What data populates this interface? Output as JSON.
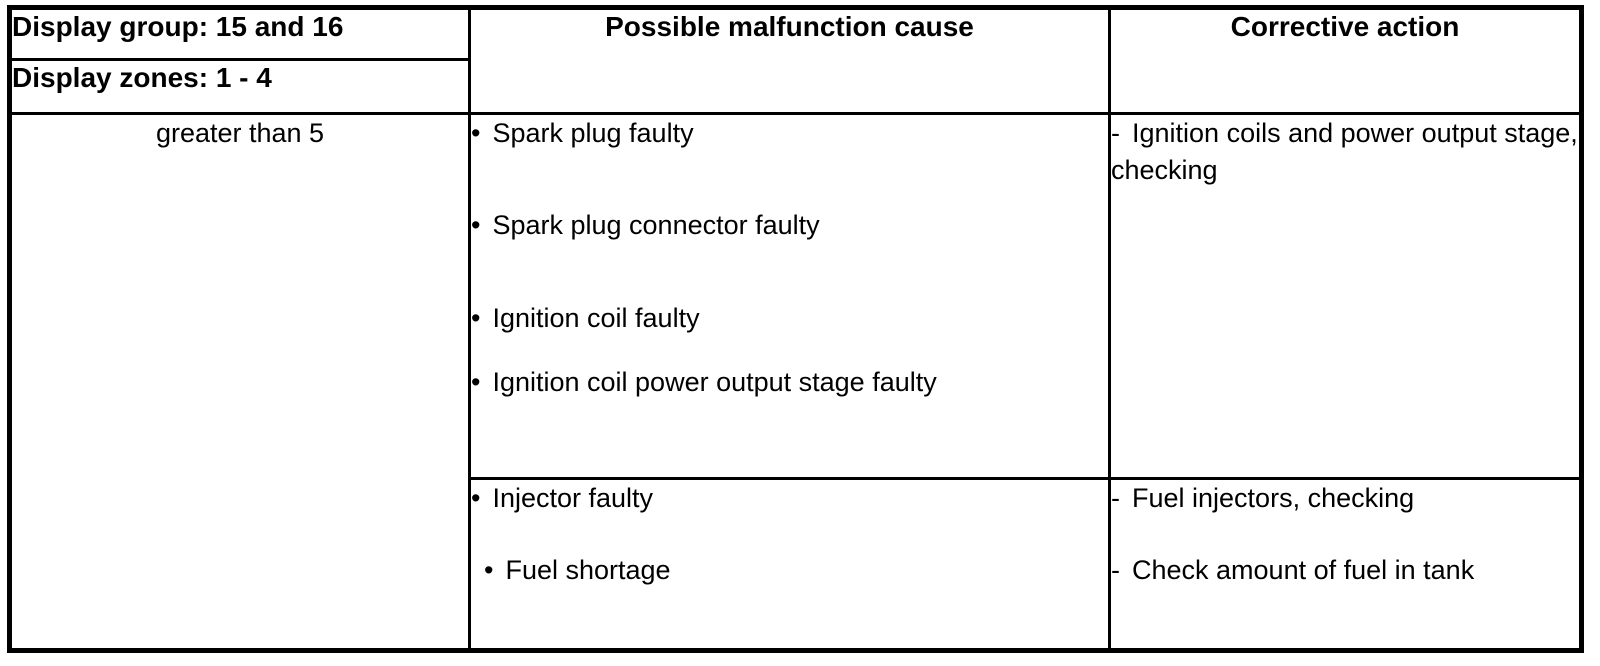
{
  "table": {
    "header": {
      "display_group": "Display group: 15 and 16",
      "display_zones": "Display zones: 1 - 4",
      "malfunction_cause": "Possible malfunction cause",
      "corrective_action": "Corrective action"
    },
    "condition": "greater than 5",
    "rows": [
      {
        "causes": [
          "Spark plug faulty",
          "Spark plug connector faulty",
          "Ignition coil faulty",
          "Ignition coil power output stage faulty"
        ],
        "actions": [
          "Ignition coils and power output stage, checking"
        ]
      },
      {
        "causes": [
          "Injector faulty",
          "Fuel shortage"
        ],
        "actions": [
          "Fuel injectors, checking",
          "Check amount of fuel in tank"
        ]
      }
    ],
    "markers": {
      "bullet": "•",
      "dash": "-"
    }
  },
  "colors": {
    "border": "#000000",
    "text": "#000000",
    "background": "#ffffff"
  }
}
